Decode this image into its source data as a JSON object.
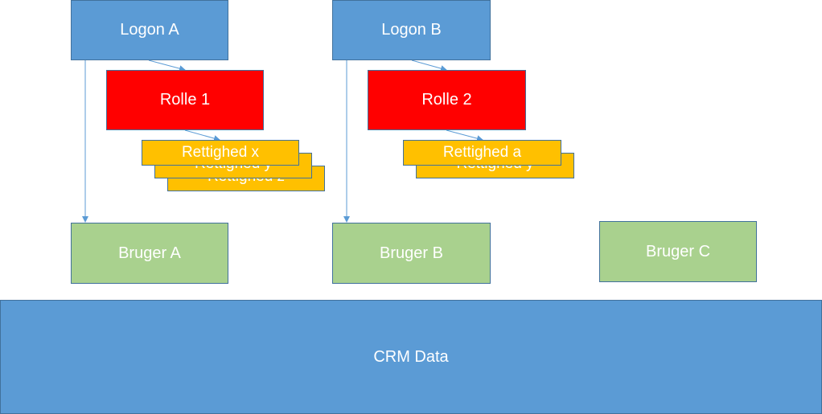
{
  "colors": {
    "blue": "#5b9bd5",
    "red": "#ff0000",
    "green": "#a9d18e",
    "yellow": "#ffc000",
    "outline": "#41719c",
    "connector": "#5b9bd5"
  },
  "logons": [
    {
      "label": "Logon A"
    },
    {
      "label": "Logon B"
    }
  ],
  "roles": [
    {
      "label": "Rolle 1"
    },
    {
      "label": "Rolle 2"
    }
  ],
  "rights_group_1": [
    {
      "label": "Rettighed x"
    },
    {
      "label": "Rettighed y"
    },
    {
      "label": "Rettighed z"
    }
  ],
  "rights_group_2": [
    {
      "label": "Rettighed a"
    },
    {
      "label": "Rettighed y"
    }
  ],
  "users": [
    {
      "label": "Bruger A"
    },
    {
      "label": "Bruger B"
    },
    {
      "label": "Bruger C"
    }
  ],
  "crm": {
    "label": "CRM Data"
  }
}
